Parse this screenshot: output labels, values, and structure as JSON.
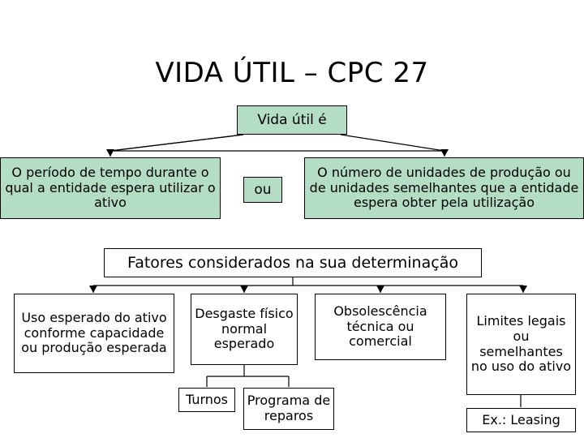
{
  "page": {
    "title": "VIDA ÚTIL – CPC 27",
    "background": "#ffffff",
    "box_fill_green": "#b3ddc4",
    "box_fill_white": "#ffffff",
    "border_color": "#000000"
  },
  "nodes": {
    "vida_util_e": "Vida útil é",
    "periodo": "O período de tempo durante o qual a entidade espera utilizar o ativo",
    "ou": "ou",
    "numero_unidades": "O número de unidades de  produção ou de unidades semelhantes que a entidade espera obter pela utilização",
    "fatores": "Fatores considerados na sua determinação",
    "uso_esperado": "Uso esperado do ativo conforme capacidade ou produção esperada",
    "desgaste": "Desgaste físico normal esperado",
    "obsolescencia": "Obsolescência técnica ou comercial",
    "limites": "Limites legais ou semelhantes no uso do ativo",
    "turnos": "Turnos",
    "programa": "Programa de reparos",
    "ex_leasing": "Ex.: Leasing"
  }
}
